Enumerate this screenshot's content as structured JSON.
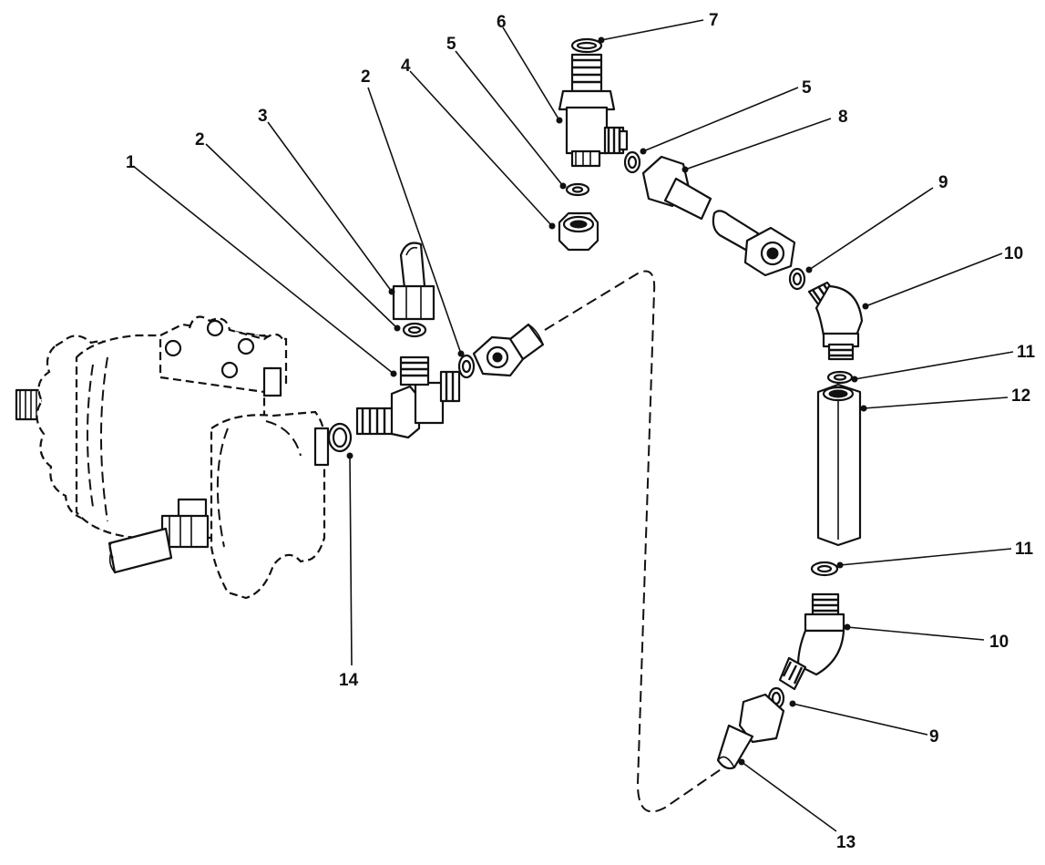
{
  "callouts": [
    {
      "label": "1"
    },
    {
      "label": "2"
    },
    {
      "label": "3"
    },
    {
      "label": "2"
    },
    {
      "label": "4"
    },
    {
      "label": "5"
    },
    {
      "label": "6"
    },
    {
      "label": "7"
    },
    {
      "label": "5"
    },
    {
      "label": "8"
    },
    {
      "label": "9"
    },
    {
      "label": "10"
    },
    {
      "label": "11"
    },
    {
      "label": "12"
    },
    {
      "label": "11"
    },
    {
      "label": "10"
    },
    {
      "label": "9"
    },
    {
      "label": "13"
    },
    {
      "label": "14"
    }
  ]
}
